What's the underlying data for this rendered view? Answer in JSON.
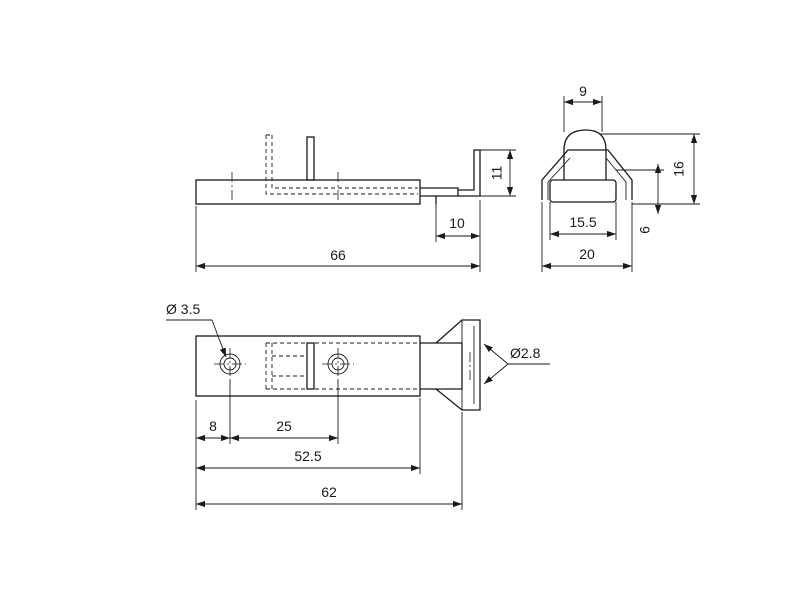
{
  "dimensions": {
    "side_length": "66",
    "side_lip": "10",
    "side_height": "11",
    "end_top": "9",
    "end_height": "16",
    "end_inner": "15.5",
    "end_width": "20",
    "end_small": "6",
    "hole_large": "Ø 3.5",
    "hole_small": "Ø2.8",
    "top_edge_to_hole": "8",
    "hole_spacing": "25",
    "body_length": "52.5",
    "total_length": "62"
  },
  "colors": {
    "line": "#1a1a1a",
    "background": "#ffffff"
  }
}
